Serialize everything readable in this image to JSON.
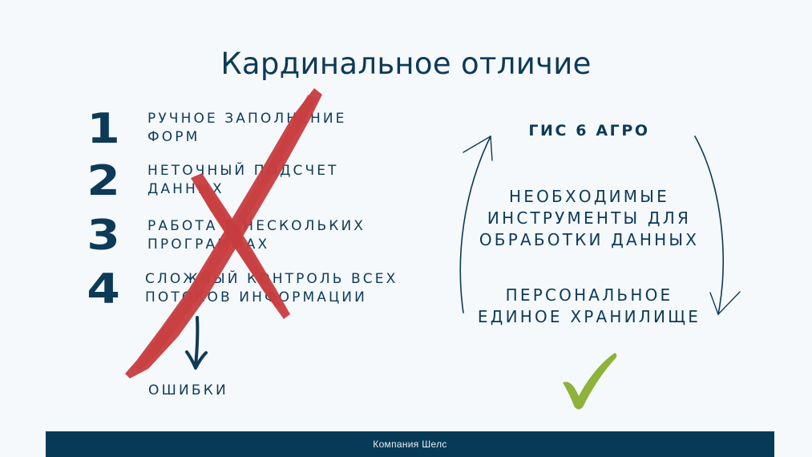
{
  "slide": {
    "title": "Кардинальное отличие",
    "colors": {
      "background": "#f5f9fc",
      "text": "#0d3a57",
      "cross": "#c83c3f",
      "check": "#8db33a",
      "footer": "#073a56"
    }
  },
  "problems": {
    "items": [
      {
        "number": "1",
        "line1": "РУЧНОЕ ЗАПОЛНЕНИЕ",
        "line2": "ФОРМ"
      },
      {
        "number": "2",
        "line1": "НЕТОЧНЫЙ ПОДСЧЕТ",
        "line2": "ДАННЫХ"
      },
      {
        "number": "3",
        "line1": "РАБОТА В НЕСКОЛЬКИХ",
        "line2": "ПРОГРАММАХ"
      },
      {
        "number": "4",
        "line1": "СЛОЖНЫЙ КОНТРОЛЬ ВСЕХ",
        "line2": "ПОТОКОВ ИНФОРМАЦИИ"
      }
    ],
    "result": "ОШИБКИ",
    "icons": {
      "cross": "red-cross-icon",
      "arrow": "arrow-down-icon"
    }
  },
  "solution": {
    "product": "ГИС 6 АГРО",
    "benefit1": {
      "line1": "НЕОБХОДИМЫЕ",
      "line2": "ИНСТРУМЕНТЫ ДЛЯ",
      "line3": "ОБРАБОТКИ ДАННЫХ"
    },
    "benefit2": {
      "line1": "ПЕРСОНАЛЬНОЕ",
      "line2": "ЕДИНОЕ ХРАНИЛИЩЕ"
    },
    "icons": {
      "cycle": "cycle-arrows-icon",
      "check": "checkmark-icon"
    }
  },
  "footer": {
    "text": "Компания Шелс"
  }
}
